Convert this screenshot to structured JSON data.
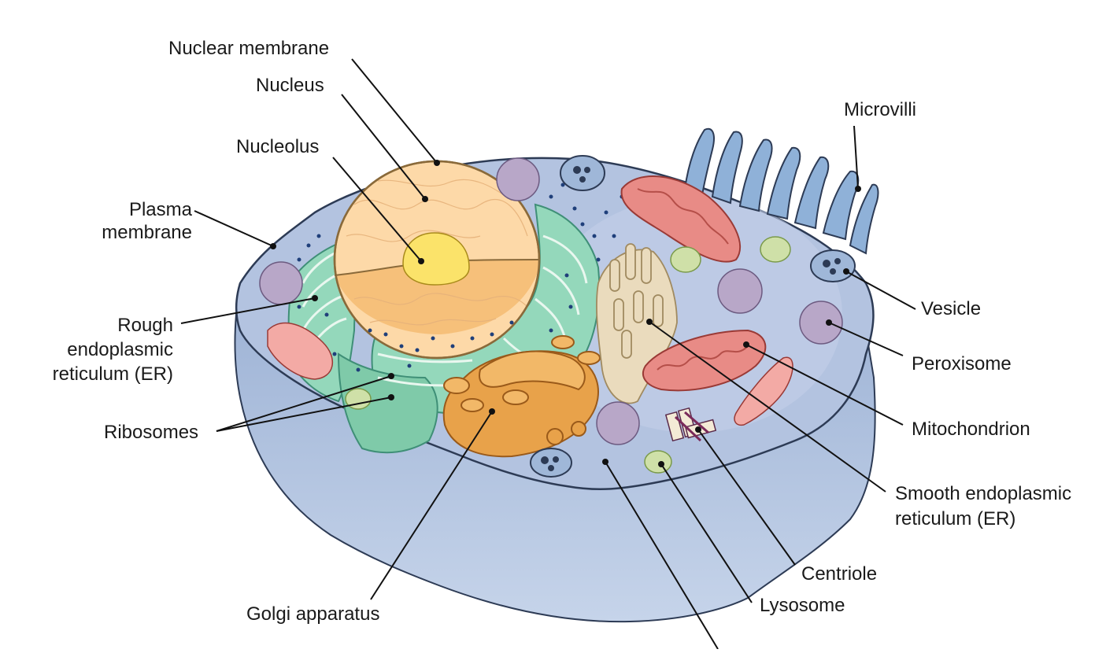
{
  "colors": {
    "cytoplasm": "#aebfdc",
    "cell_side": "#b6c8e2",
    "membrane": "#2d3b55",
    "nucleus": "#fdd9a8",
    "nucleolus": "#fbe36a",
    "rough_er": "#8fd6b8",
    "golgi": "#e8a24a",
    "smooth_er": "#eadbbd",
    "mitochondrion": "#e88b86",
    "peroxisome": "#b8a7c8",
    "lysosome": "#cfe0a8",
    "ribosome": "#1f3f7a",
    "leader": "#111111"
  },
  "labels": {
    "nuclear_membrane": "Nuclear membrane",
    "nucleus": "Nucleus",
    "nucleolus": "Nucleolus",
    "plasma_membrane": [
      "Plasma",
      "membrane"
    ],
    "rough_er": [
      "Rough",
      "endoplasmic",
      "reticulum (ER)"
    ],
    "ribosomes": "Ribosomes",
    "golgi": "Golgi apparatus",
    "microvilli": "Microvilli",
    "vesicle": "Vesicle",
    "peroxisome": "Peroxisome",
    "mitochondrion": "Mitochondrion",
    "smooth_er": [
      "Smooth endoplasmic",
      "reticulum (ER)"
    ],
    "centriole": "Centriole",
    "lysosome": "Lysosome"
  }
}
